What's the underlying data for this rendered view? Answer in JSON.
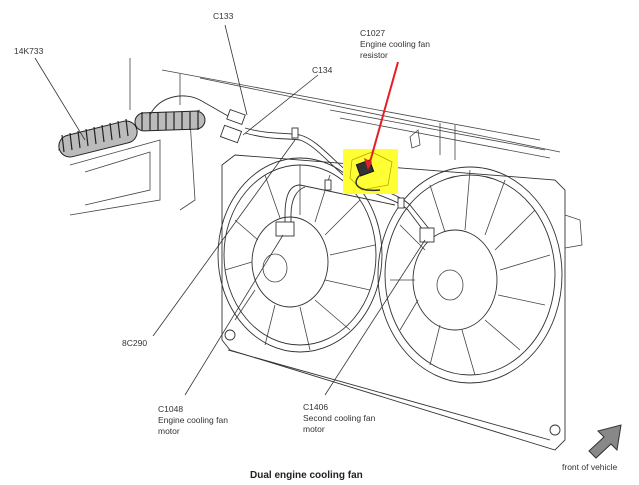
{
  "diagram": {
    "title": "Dual engine cooling fan",
    "orientation_label": "front of vehicle",
    "highlight_color": "#ffff33",
    "arrow_color": "#e31e24",
    "callouts": [
      {
        "id": "14K733",
        "lines": [
          "14K733"
        ]
      },
      {
        "id": "C133",
        "lines": [
          "C133"
        ]
      },
      {
        "id": "C134",
        "lines": [
          "C134"
        ]
      },
      {
        "id": "C1027",
        "lines": [
          "C1027",
          "Engine cooling fan",
          "resistor"
        ]
      },
      {
        "id": "8C290",
        "lines": [
          "8C290"
        ]
      },
      {
        "id": "C1048",
        "lines": [
          "C1048",
          "Engine cooling fan",
          "motor"
        ]
      },
      {
        "id": "C1406",
        "lines": [
          "C1406",
          "Second cooling fan",
          "motor"
        ]
      }
    ]
  }
}
